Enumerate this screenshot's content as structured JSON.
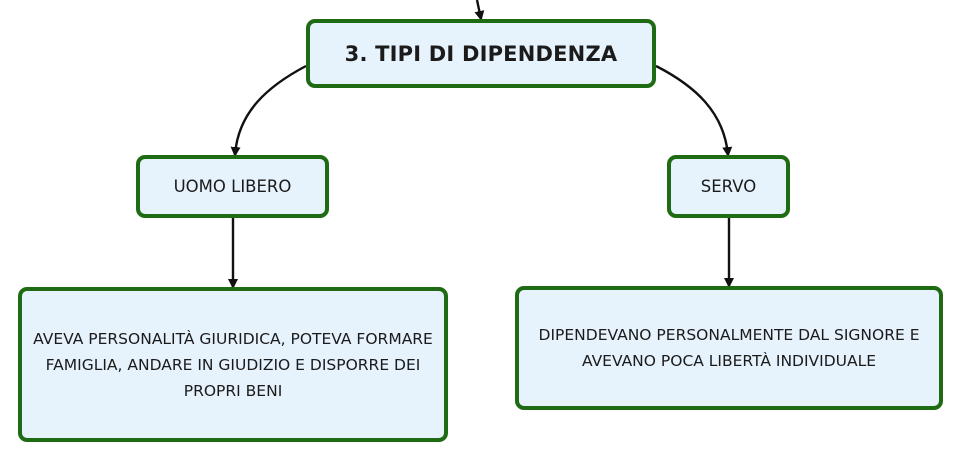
{
  "diagram": {
    "root": {
      "label": "3. TIPI DI DIPENDENZA"
    },
    "branches": [
      {
        "label": "UOMO LIBERO",
        "detail": "AVEVA PERSONALITÀ GIURIDICA, POTEVA FORMARE FAMIGLIA, ANDARE IN GIUDIZIO E DISPORRE DEI PROPRI BENI"
      },
      {
        "label": "SERVO",
        "detail": "DIPENDEVANO PERSONALMENTE DAL SIGNORE E AVEVANO POCA LIBERTÀ INDIVIDUALE"
      }
    ],
    "colors": {
      "node_fill": "#e6f2fc",
      "node_border": "#1e6b13",
      "connector": "#111111",
      "text": "#1b1b1b"
    }
  }
}
